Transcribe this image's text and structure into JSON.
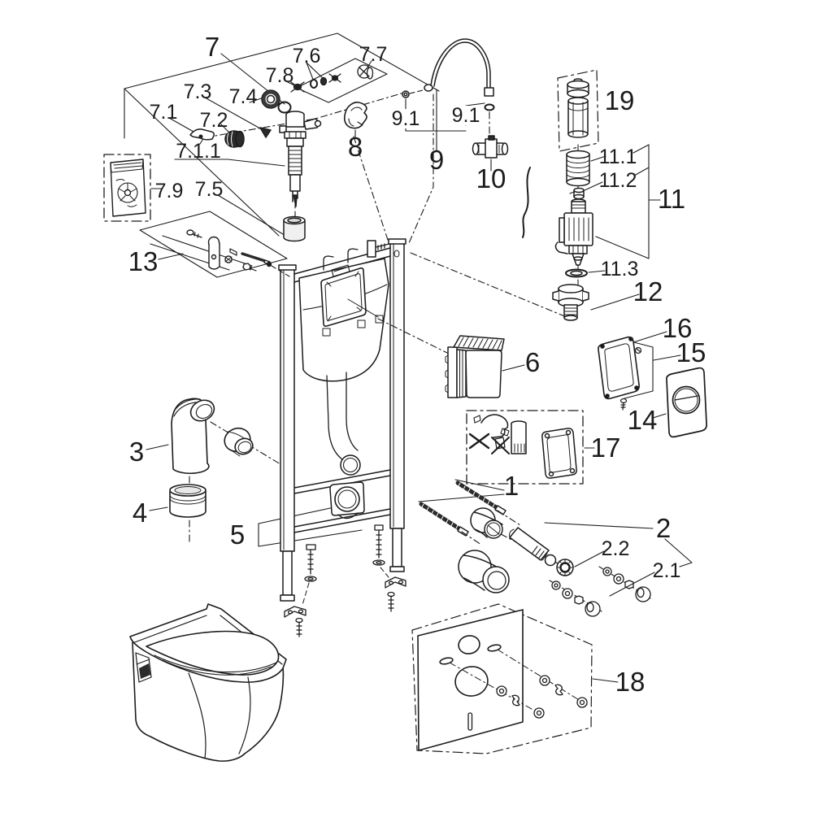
{
  "diagram": {
    "type": "exploded-parts-diagram",
    "colors": {
      "line": "#1c1c1c",
      "background": "#ffffff",
      "dark_fill": "#2b2b2b",
      "shade": "#d9d9d9"
    },
    "labels": {
      "l1": "1",
      "l2": "2",
      "l2_1": "2.1",
      "l2_2": "2.2",
      "l3": "3",
      "l4": "4",
      "l5": "5",
      "l6": "6",
      "l7": "7",
      "l7_1": "7.1",
      "l7_1_1": "7.1.1",
      "l7_2": "7.2",
      "l7_3": "7.3",
      "l7_4": "7.4",
      "l7_5": "7.5",
      "l7_6": "7.6",
      "l7_7": "7.7",
      "l7_8": "7.8",
      "l7_9": "7.9",
      "l8": "8",
      "l9": "9",
      "l9_1a": "9.1",
      "l9_1b": "9.1",
      "l10": "10",
      "l11": "11",
      "l11_1": "11.1",
      "l11_2": "11.2",
      "l11_3": "11.3",
      "l12": "12",
      "l13": "13",
      "l14": "14",
      "l15": "15",
      "l16": "16",
      "l17": "17",
      "l18": "18",
      "l19": "19"
    }
  }
}
